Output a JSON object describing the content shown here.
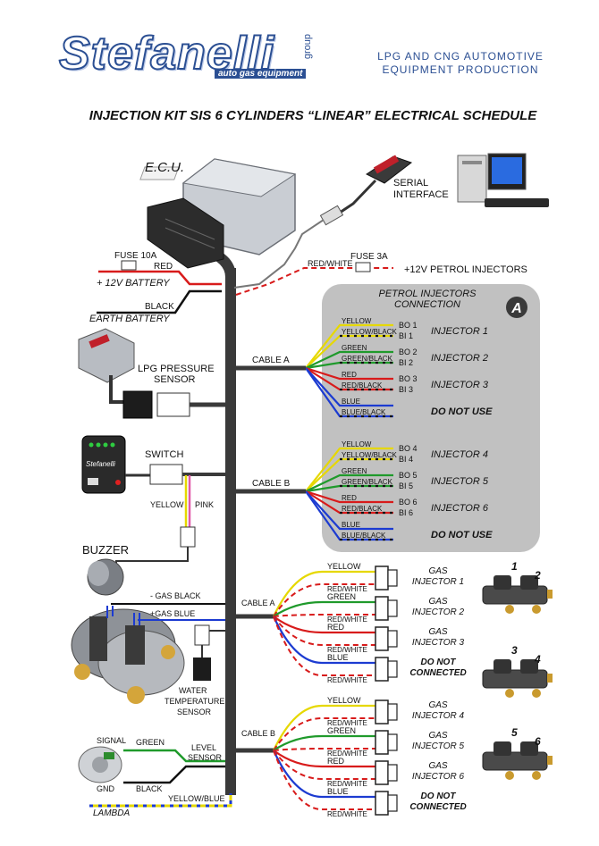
{
  "header": {
    "brand": "Stefanelli",
    "brand_group": "group",
    "brand_tagline": "auto gas equipment",
    "company_line1": "LPG AND CNG AUTOMOTIVE",
    "company_line2": "EQUIPMENT PRODUCTION",
    "title": "INJECTION KIT SIS 6 CYLINDERS “LINEAR” ELECTRICAL SCHEDULE"
  },
  "components": {
    "ecu": "E.C.U.",
    "serial": "SERIAL",
    "interface": "INTERFACE",
    "fuse10": "FUSE 10A",
    "fuse3": "FUSE 3A",
    "battery": "+ 12V BATTERY",
    "earth": "EARTH BATTERY",
    "red": "RED",
    "black": "BLACK",
    "redwhite": "RED/WHITE",
    "petrol_inj": "+12V PETROL INJECTORS",
    "lpg1": "LPG PRESSURE",
    "lpg2": "SENSOR",
    "switch": "SWITCH",
    "yellow": "YELLOW",
    "pink": "PINK",
    "buzzer": "BUZZER",
    "gas_minus": "- GAS  BLACK",
    "gas_plus": "+GAS  BLUE",
    "water1": "WATER",
    "water2": "TEMPERATURE",
    "water3": "SENSOR",
    "signal": "SIGNAL",
    "gnd": "GND",
    "green": "GREEN",
    "level1": "LEVEL",
    "level2": "SENSOR",
    "yellow_blue": "YELLOW/BLUE",
    "lambda": "LAMBDA",
    "cable_a": "CABLE A",
    "cable_b": "CABLE B",
    "logo_small": "Stefanelli"
  },
  "petrol_panel": {
    "title1": "PETROL INJECTORS",
    "title2": "CONNECTION",
    "badge": "A",
    "groupA": [
      {
        "wires": [
          "YELLOW",
          "YELLOW/BLACK"
        ],
        "codes": [
          "BO 1",
          "BI 1"
        ],
        "label": "INJECTOR 1",
        "colors": [
          "#e6d800",
          "#e6d800"
        ]
      },
      {
        "wires": [
          "GREEN",
          "GREEN/BLACK"
        ],
        "codes": [
          "BO 2",
          "BI 2"
        ],
        "label": "INJECTOR 2",
        "colors": [
          "#1f9a2b",
          "#1f9a2b"
        ]
      },
      {
        "wires": [
          "RED",
          "RED/BLACK"
        ],
        "codes": [
          "BO 3",
          "BI 3"
        ],
        "label": "INJECTOR 3",
        "colors": [
          "#d81b1b",
          "#d81b1b"
        ]
      },
      {
        "wires": [
          "BLUE",
          "BLUE/BLACK"
        ],
        "codes": [
          "",
          ""
        ],
        "label": "DO NOT USE",
        "colors": [
          "#1c3bd1",
          "#1c3bd1"
        ]
      }
    ],
    "groupB": [
      {
        "wires": [
          "YELLOW",
          "YELLOW/BLACK"
        ],
        "codes": [
          "BO 4",
          "BI 4"
        ],
        "label": "INJECTOR 4",
        "colors": [
          "#e6d800",
          "#e6d800"
        ]
      },
      {
        "wires": [
          "GREEN",
          "GREEN/BLACK"
        ],
        "codes": [
          "BO 5",
          "BI 5"
        ],
        "label": "INJECTOR 5",
        "colors": [
          "#1f9a2b",
          "#1f9a2b"
        ]
      },
      {
        "wires": [
          "RED",
          "RED/BLACK"
        ],
        "codes": [
          "BO 6",
          "BI 6"
        ],
        "label": "INJECTOR 6",
        "colors": [
          "#d81b1b",
          "#d81b1b"
        ]
      },
      {
        "wires": [
          "BLUE",
          "BLUE/BLACK"
        ],
        "codes": [
          "",
          ""
        ],
        "label": "DO NOT USE",
        "colors": [
          "#1c3bd1",
          "#1c3bd1"
        ]
      }
    ]
  },
  "gas_injectors": {
    "groupA": [
      {
        "wire": "YELLOW",
        "ret": "RED/WHITE",
        "l1": "GAS",
        "l2": "INJECTOR 1",
        "color": "#e6d800"
      },
      {
        "wire": "GREEN",
        "ret": "RED/WHITE",
        "l1": "GAS",
        "l2": "INJECTOR 2",
        "color": "#1f9a2b"
      },
      {
        "wire": "RED",
        "ret": "RED/WHITE",
        "l1": "GAS",
        "l2": "INJECTOR 3",
        "color": "#d81b1b"
      },
      {
        "wire": "BLUE",
        "ret": "RED/WHITE",
        "l1": "DO NOT",
        "l2": "CONNECTED",
        "color": "#1c3bd1"
      }
    ],
    "groupB": [
      {
        "wire": "YELLOW",
        "ret": "RED/WHITE",
        "l1": "GAS",
        "l2": "INJECTOR 4",
        "color": "#e6d800"
      },
      {
        "wire": "GREEN",
        "ret": "RED/WHITE",
        "l1": "GAS",
        "l2": "INJECTOR 5",
        "color": "#1f9a2b"
      },
      {
        "wire": "RED",
        "ret": "RED/WHITE",
        "l1": "GAS",
        "l2": "INJECTOR 6",
        "color": "#d81b1b"
      },
      {
        "wire": "BLUE",
        "ret": "RED/WHITE",
        "l1": "DO NOT",
        "l2": "CONNECTED",
        "color": "#1c3bd1"
      }
    ]
  },
  "rail_numbers": [
    "1",
    "2",
    "3",
    "4",
    "5",
    "6"
  ]
}
